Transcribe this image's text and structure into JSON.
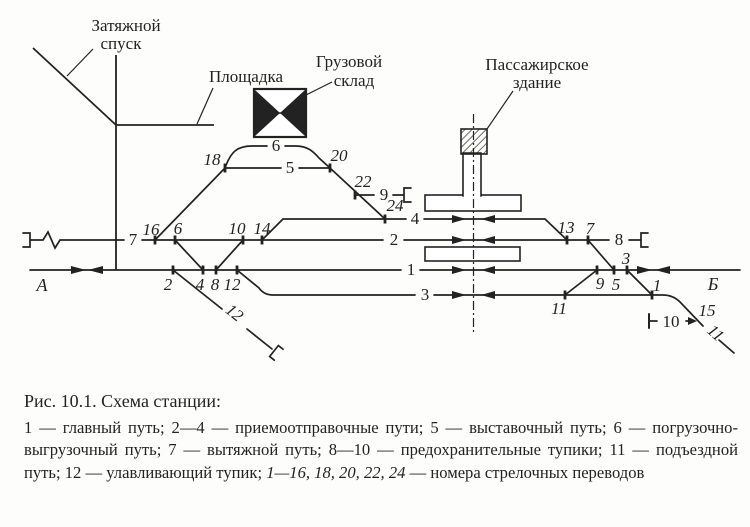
{
  "colors": {
    "ink": "#222222",
    "paper": "#fdfdfb"
  },
  "diagram": {
    "annotations": {
      "long_descent_line1": "Затяжной",
      "long_descent_line2": "спуск",
      "site": "Площадка",
      "freight_shed_line1": "Грузовой",
      "freight_shed_line2": "склад",
      "passenger_building_line1": "Пассажирское",
      "passenger_building_line2": "здание",
      "direction_a": "А",
      "direction_b": "Б"
    },
    "tracks": {
      "t1": "1",
      "t2": "2",
      "t3": "3",
      "t4": "4",
      "t5": "5",
      "t6": "6",
      "t7": "7",
      "t8": "8",
      "t9": "9",
      "t10": "10",
      "t11": "11",
      "t12": "12"
    },
    "switches": {
      "s1": "1",
      "s2": "2",
      "s3": "3",
      "s4": "4",
      "s5": "5",
      "s6": "6",
      "s7": "7",
      "s8": "8",
      "s9": "9",
      "s10": "10",
      "s11": "11",
      "s12": "12",
      "s13": "13",
      "s14": "14",
      "s15": "15",
      "s16": "16",
      "s18": "18",
      "s20": "20",
      "s22": "22",
      "s24": "24"
    }
  },
  "caption": {
    "title": "Рис. 10.1. Схема станции:",
    "legend_tracks": "1 — главный путь; 2—4 — приемоотправочные пути; 5 — выставочный путь; 6 — погрузочно-выгрузочный путь; 7 — вытяжной путь; 8—10 — предохранительные тупики; 11 — подъездной путь; 12 — улавливающий тупик; ",
    "legend_switch_numbers": "1—16, 18, 20, 22, 24",
    "legend_switch_suffix": " — номера стрелочных переводов"
  }
}
